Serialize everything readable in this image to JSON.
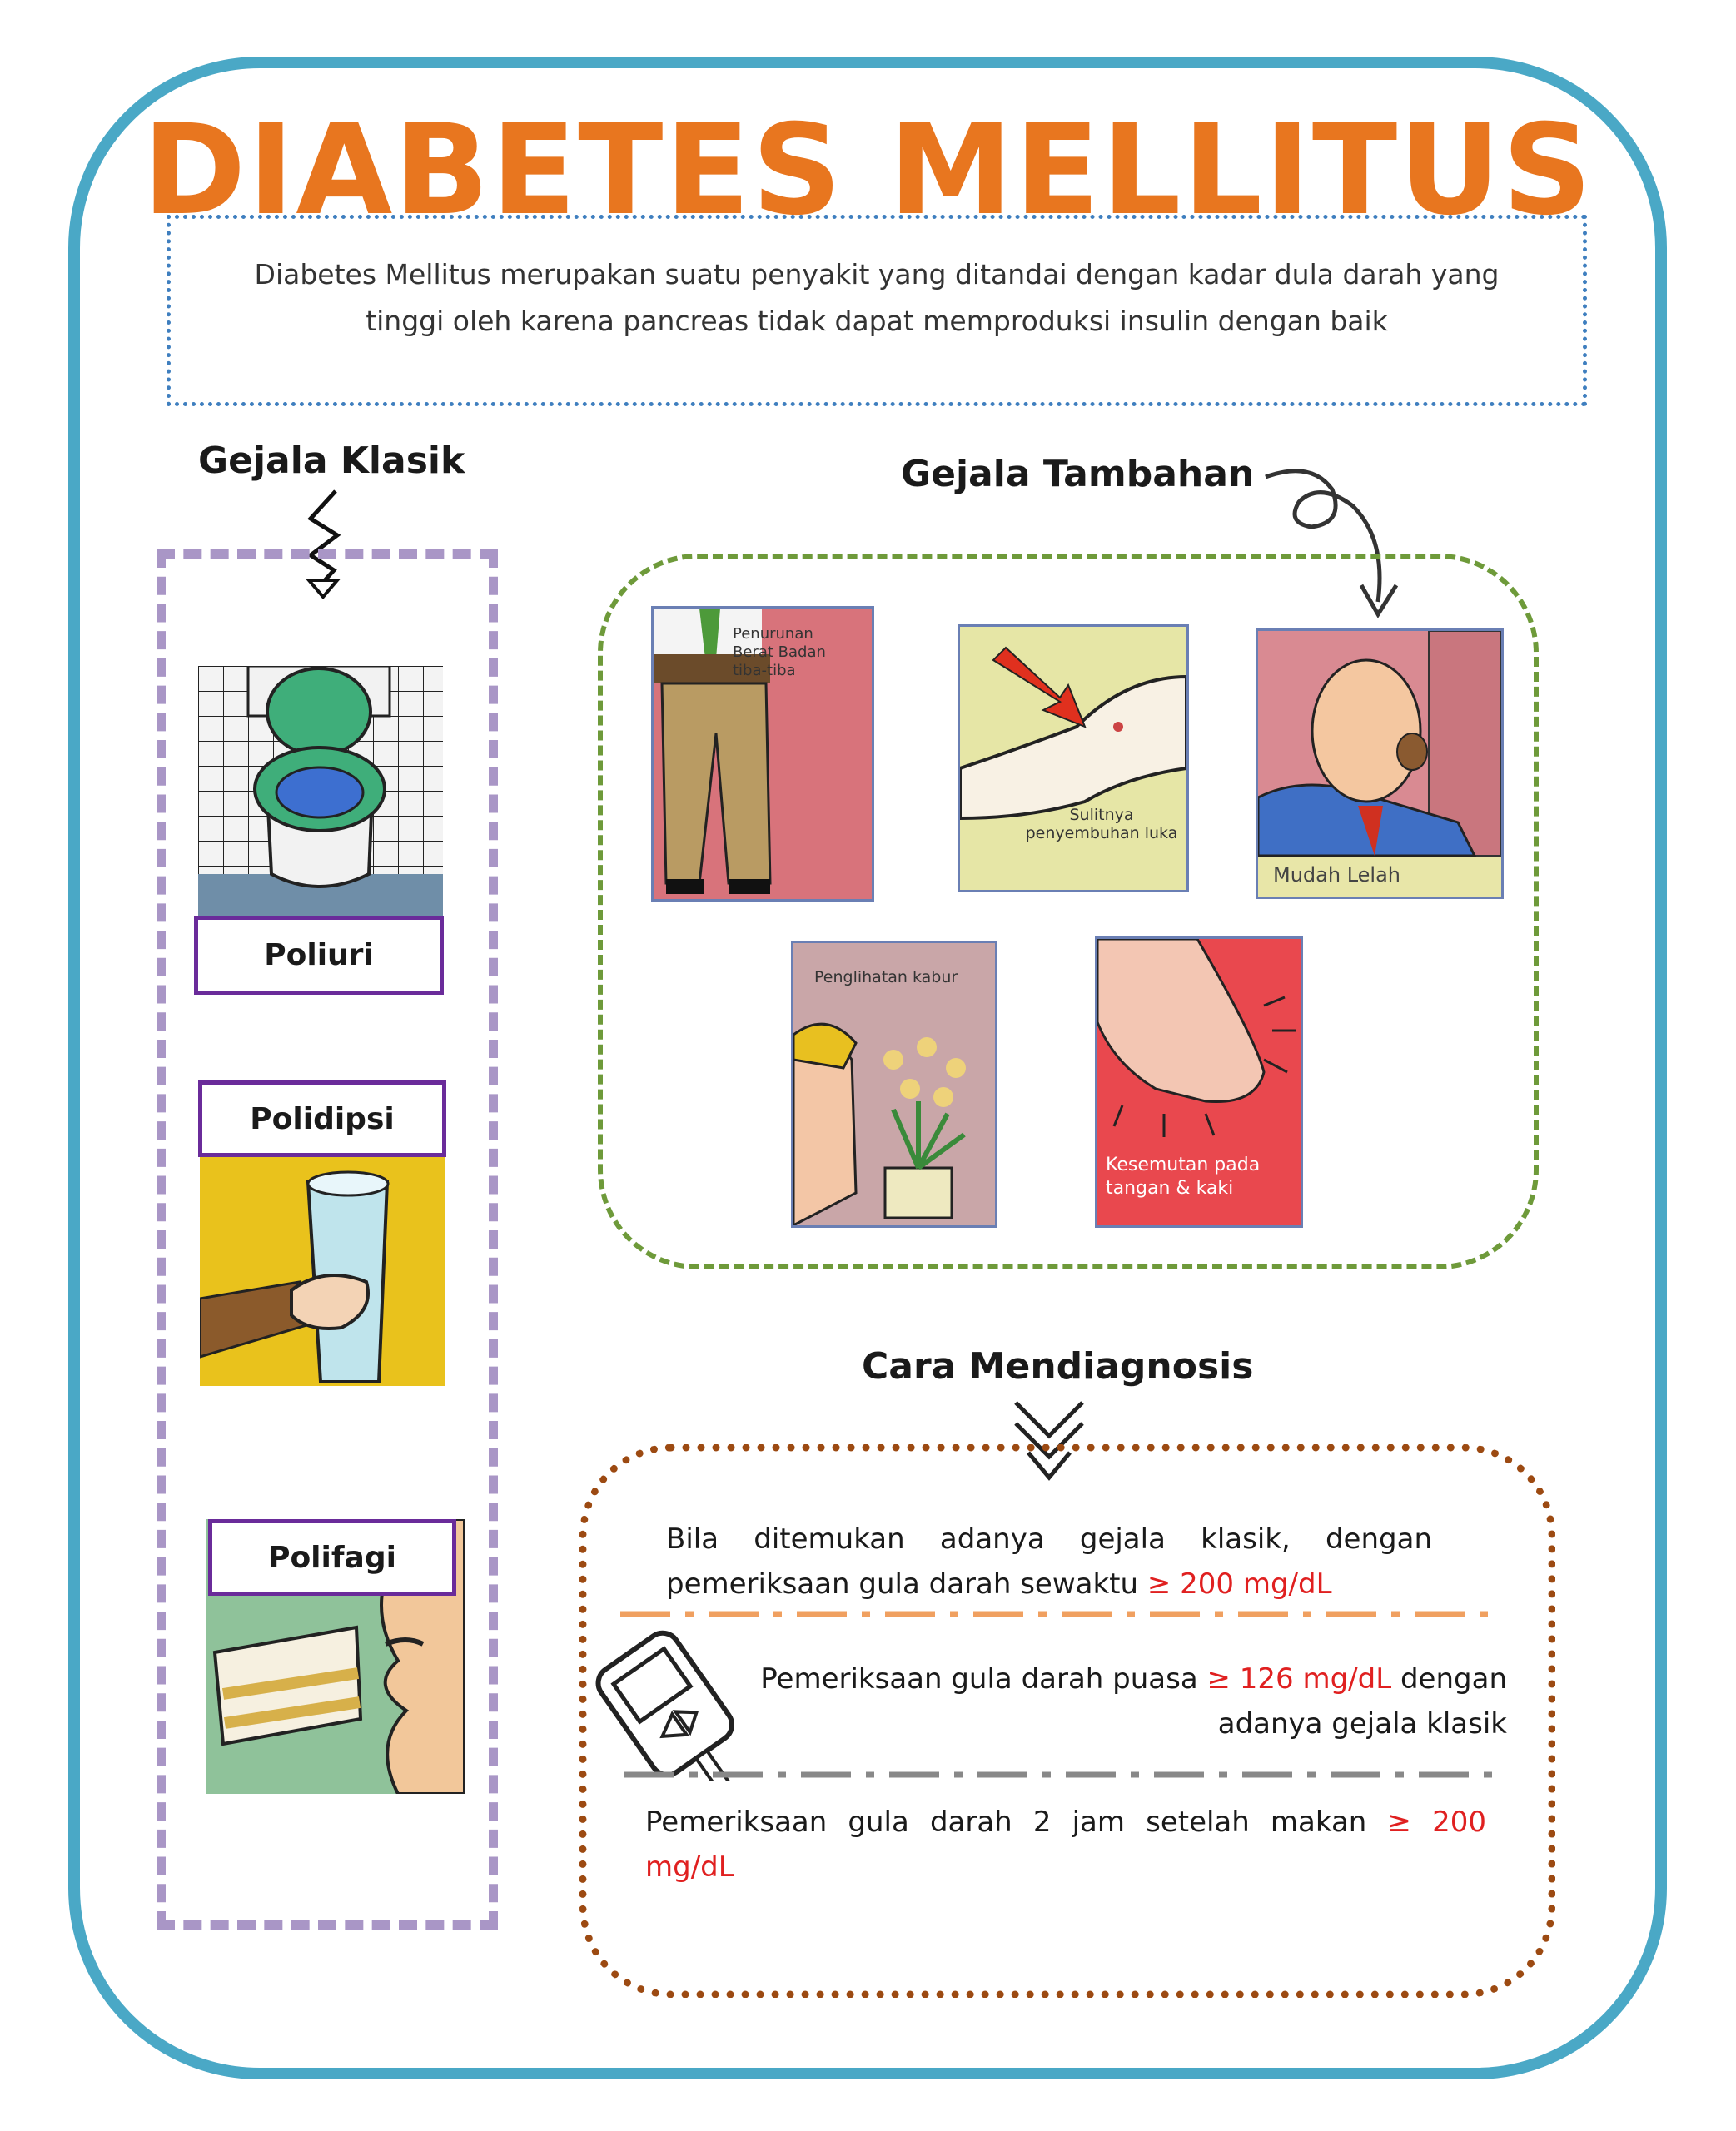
{
  "title": "DIABETES MELLITUS",
  "definition": "Diabetes Mellitus merupakan suatu penyakit yang ditandai dengan kadar dula darah yang tinggi oleh karena pancreas tidak dapat memproduksi insulin dengan baik",
  "klasik": {
    "heading": "Gejala Klasik",
    "items": [
      {
        "label": "Poliuri",
        "icon": "toilet-icon"
      },
      {
        "label": "Polidipsi",
        "icon": "drinking-glass-icon"
      },
      {
        "label": "Polifagi",
        "icon": "eating-cake-icon"
      }
    ]
  },
  "tambahan": {
    "heading": "Gejala Tambahan",
    "items": [
      {
        "caption": "Penurunan Berat Badan tiba-tiba",
        "icon": "weight-loss-icon"
      },
      {
        "caption": "Sulitnya penyembuhan luka",
        "icon": "wound-arm-icon"
      },
      {
        "caption": "Mudah Lelah",
        "icon": "tired-man-icon"
      },
      {
        "caption": "Penglihatan kabur",
        "icon": "blurred-vision-icon"
      },
      {
        "caption": "Kesemutan pada tangan & kaki",
        "icon": "tingling-foot-icon"
      }
    ]
  },
  "diagnosis": {
    "heading": "Cara Mendiagnosis",
    "criteria": [
      {
        "text": "Bila ditemukan adanya gejala klasik, dengan pemeriksaan gula darah sewaktu ",
        "value": "≥ 200 mg/dL",
        "after": ""
      },
      {
        "text": "Pemeriksaan gula darah puasa ",
        "value": "≥ 126 mg/dL",
        "after": " dengan adanya gejala klasik"
      },
      {
        "text": "Pemeriksaan gula darah 2 jam setelah makan ",
        "value": "≥ 200 mg/dL",
        "after": ""
      }
    ],
    "icon": "glucometer-icon"
  },
  "colors": {
    "frame": "#4aa8c6",
    "title": "#e8761f",
    "klasik_border": "#a996c6",
    "tambahan_border": "#6e9a3a",
    "diagnosis_border": "#9c4a12",
    "highlight": "#e02020"
  }
}
